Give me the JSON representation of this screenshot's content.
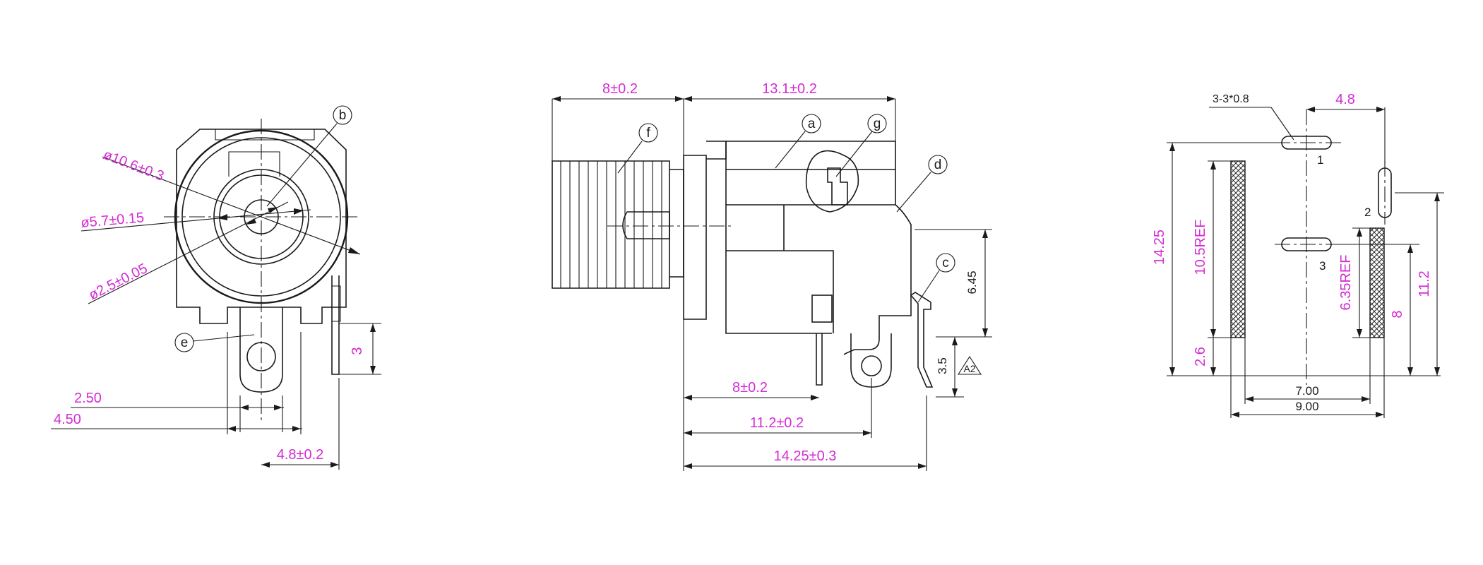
{
  "colors": {
    "dimension_text": "#d42bd4",
    "line": "#1a1a1a",
    "background": "#ffffff"
  },
  "front_view": {
    "dim_outer_diameter": "ø10.6±0.3",
    "dim_mid_diameter": "ø5.7±0.15",
    "dim_inner_diameter": "ø2.5±0.05",
    "dim_width_small": "2.50",
    "dim_width_large": "4.50",
    "dim_pin_offset": "4.8±0.2",
    "dim_pin_height": "3",
    "label_b": "b",
    "label_e": "e"
  },
  "side_view": {
    "dim_thread_length": "8±0.2",
    "dim_body_length": "13.1±0.2",
    "dim_pin_8": "8±0.2",
    "dim_pin_11": "11.2±0.2",
    "dim_total_length": "14.25±0.3",
    "dim_height": "6.45",
    "dim_pin_drop": "3.5",
    "revision_mark": "A2",
    "label_a": "a",
    "label_c": "c",
    "label_d": "d",
    "label_f": "f",
    "label_g": "g"
  },
  "footprint_view": {
    "slot_spec": "3-3*0.8",
    "dim_top_offset": "4.8",
    "pin_1": "1",
    "pin_2": "2",
    "pin_3": "3",
    "dim_total_height": "14.25",
    "dim_left_ref": "10.5REF",
    "dim_right_ref": "6.35REF",
    "dim_bottom_left": "2.6",
    "dim_right_height": "11.2",
    "dim_right_inner": "8",
    "dim_inner_width": "7.00",
    "dim_outer_width": "9.00"
  }
}
